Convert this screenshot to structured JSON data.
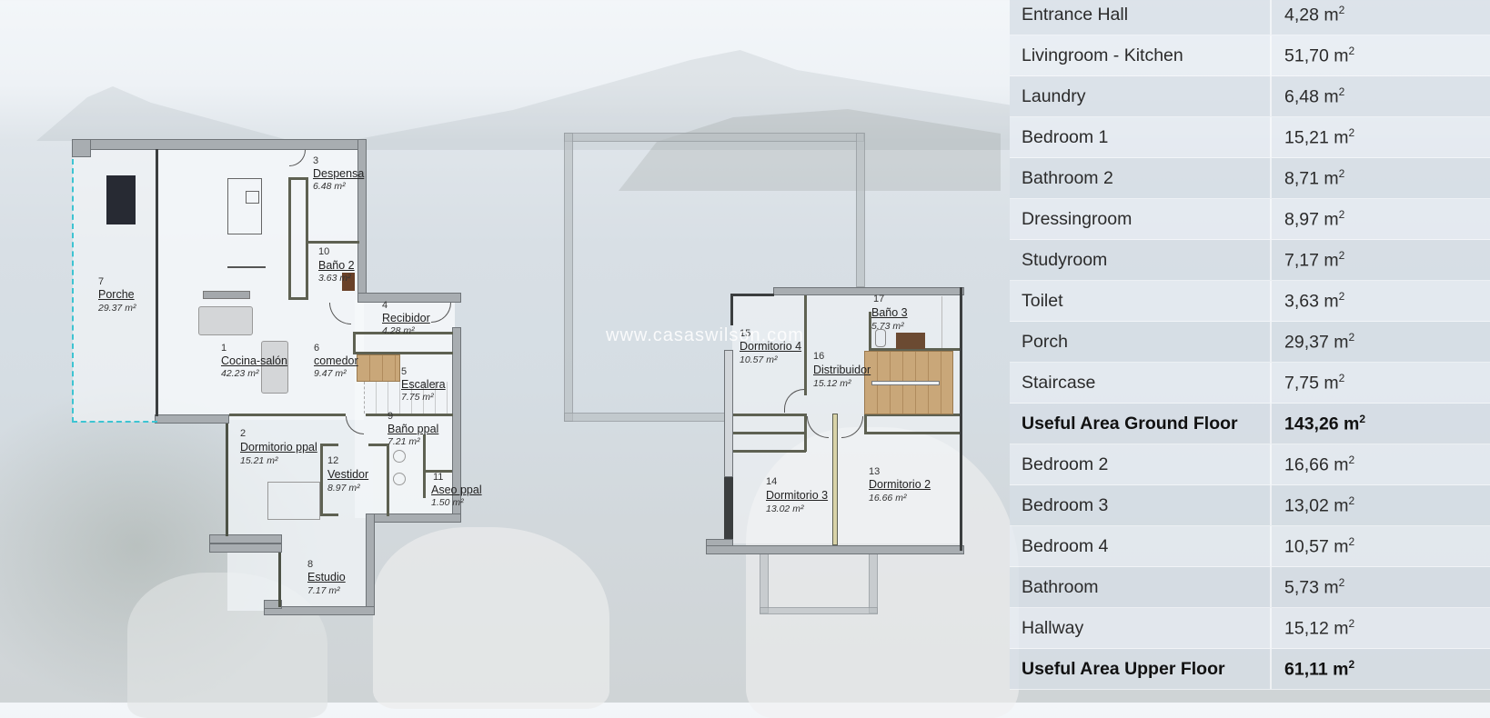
{
  "watermark": "www.casaswilson.com",
  "area_table": {
    "rows": [
      {
        "name": "Entrance Hall",
        "value": "4,28 m",
        "unit_sup": "2",
        "total": false
      },
      {
        "name": "Livingroom - Kitchen",
        "value": "51,70 m",
        "unit_sup": "2",
        "total": false
      },
      {
        "name": "Laundry",
        "value": "6,48 m",
        "unit_sup": "2",
        "total": false
      },
      {
        "name": "Bedroom 1",
        "value": "15,21 m",
        "unit_sup": "2",
        "total": false
      },
      {
        "name": "Bathroom 2",
        "value": "8,71 m",
        "unit_sup": "2",
        "total": false
      },
      {
        "name": "Dressingroom",
        "value": "8,97 m",
        "unit_sup": "2",
        "total": false
      },
      {
        "name": "Studyroom",
        "value": "7,17 m",
        "unit_sup": "2",
        "total": false
      },
      {
        "name": "Toilet",
        "value": "3,63 m",
        "unit_sup": "2",
        "total": false
      },
      {
        "name": "Porch",
        "value": "29,37 m",
        "unit_sup": "2",
        "total": false
      },
      {
        "name": "Staircase",
        "value": "7,75 m",
        "unit_sup": "2",
        "total": false
      },
      {
        "name": "Useful Area Ground Floor",
        "value": "143,26 m",
        "unit_sup": "2",
        "total": true
      },
      {
        "name": "Bedroom 2",
        "value": "16,66 m",
        "unit_sup": "2",
        "total": false
      },
      {
        "name": "Bedroom 3",
        "value": "13,02 m",
        "unit_sup": "2",
        "total": false
      },
      {
        "name": "Bedroom 4",
        "value": "10,57 m",
        "unit_sup": "2",
        "total": false
      },
      {
        "name": "Bathroom",
        "value": "5,73 m",
        "unit_sup": "2",
        "total": false
      },
      {
        "name": "Hallway",
        "value": "15,12 m",
        "unit_sup": "2",
        "total": false
      },
      {
        "name": "Useful Area Upper Floor",
        "value": "61,11 m",
        "unit_sup": "2",
        "total": true
      }
    ]
  },
  "ground_floor": {
    "rooms": [
      {
        "num": "1",
        "name": "Cocina-salón",
        "area": "42.23 m²"
      },
      {
        "num": "2",
        "name": "Dormitorio ppal",
        "area": "15.21 m²"
      },
      {
        "num": "3",
        "name": "Despensa",
        "area": "6.48 m²"
      },
      {
        "num": "4",
        "name": "Recibidor",
        "area": "4.28 m²"
      },
      {
        "num": "5",
        "name": "Escalera",
        "area": "7.75 m²"
      },
      {
        "num": "6",
        "name": "comedor",
        "area": "9.47 m²"
      },
      {
        "num": "7",
        "name": "Porche",
        "area": "29.37 m²"
      },
      {
        "num": "8",
        "name": "Estudio",
        "area": "7.17 m²"
      },
      {
        "num": "9",
        "name": "Baño ppal",
        "area": "7.21 m²"
      },
      {
        "num": "10",
        "name": "Baño 2",
        "area": "3.63 m²"
      },
      {
        "num": "11",
        "name": "Aseo ppal",
        "area": "1.50 m²"
      },
      {
        "num": "12",
        "name": "Vestidor",
        "area": "8.97 m²"
      }
    ]
  },
  "upper_floor": {
    "rooms": [
      {
        "num": "13",
        "name": "Dormitorio 2",
        "area": "16.66 m²"
      },
      {
        "num": "14",
        "name": "Dormitorio 3",
        "area": "13.02 m²"
      },
      {
        "num": "15",
        "name": "Dormitorio 4",
        "area": "10.57 m²"
      },
      {
        "num": "16",
        "name": "Distribuidor",
        "area": "15.12 m²"
      },
      {
        "num": "17",
        "name": "Baño 3",
        "area": "5.73 m²"
      }
    ]
  }
}
